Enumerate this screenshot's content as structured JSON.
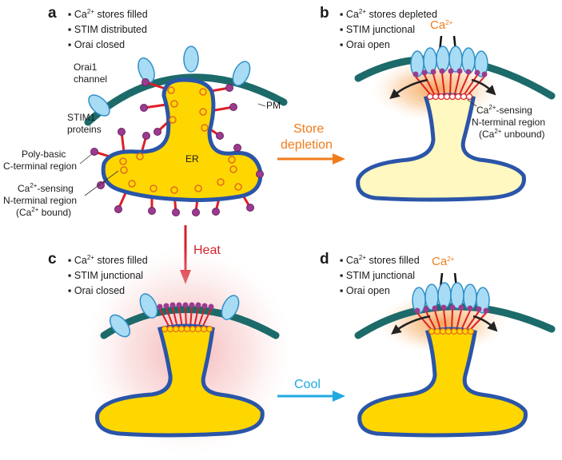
{
  "panels": {
    "a": {
      "label": "a",
      "bullets": [
        "Ca2+ stores filled",
        "STIM distributed",
        "Orai closed"
      ],
      "annotations": {
        "orai1_channel": [
          "Orai1",
          "channel"
        ],
        "pm": "PM",
        "stim1_proteins": [
          "STIM1",
          "proteins"
        ],
        "poly_basic": [
          "Poly-basic",
          "C-terminal region"
        ],
        "ca_sensing": [
          "Ca2+-sensing",
          "N-terminal region",
          "(Ca2+ bound)"
        ],
        "er": "ER"
      }
    },
    "b": {
      "label": "b",
      "bullets": [
        "Ca2+ stores depleted",
        "STIM junctional",
        "Orai open"
      ],
      "ion": "Ca2+",
      "annotations": {
        "ca_sensing": [
          "Ca2+-sensing",
          "N-terminal region",
          "(Ca2+ unbound)"
        ]
      }
    },
    "c": {
      "label": "c",
      "bullets": [
        "Ca2+ stores filled",
        "STIM junctional",
        "Orai closed"
      ]
    },
    "d": {
      "label": "d",
      "bullets": [
        "Ca2+ stores filled",
        "STIM junctional",
        "Orai open"
      ],
      "ion": "Ca2+"
    }
  },
  "arrows": {
    "store_depletion": [
      "Store",
      "depletion"
    ],
    "heat": "Heat",
    "cool": "Cool"
  },
  "colors": {
    "membrane": "#1d6a6a",
    "er_fill": "#ffd700",
    "er_depleted_fill": "#fff8c0",
    "er_outline": "#2a55a8",
    "orai": "#a8dcf5",
    "stim": "#dd1f26",
    "stim_tip": "#9b3b8f",
    "calcium": "#f07c1c",
    "heat_arrow": "#d7202a",
    "cool_arrow": "#20a9e1",
    "depletion_arrow": "#f07c1c"
  }
}
